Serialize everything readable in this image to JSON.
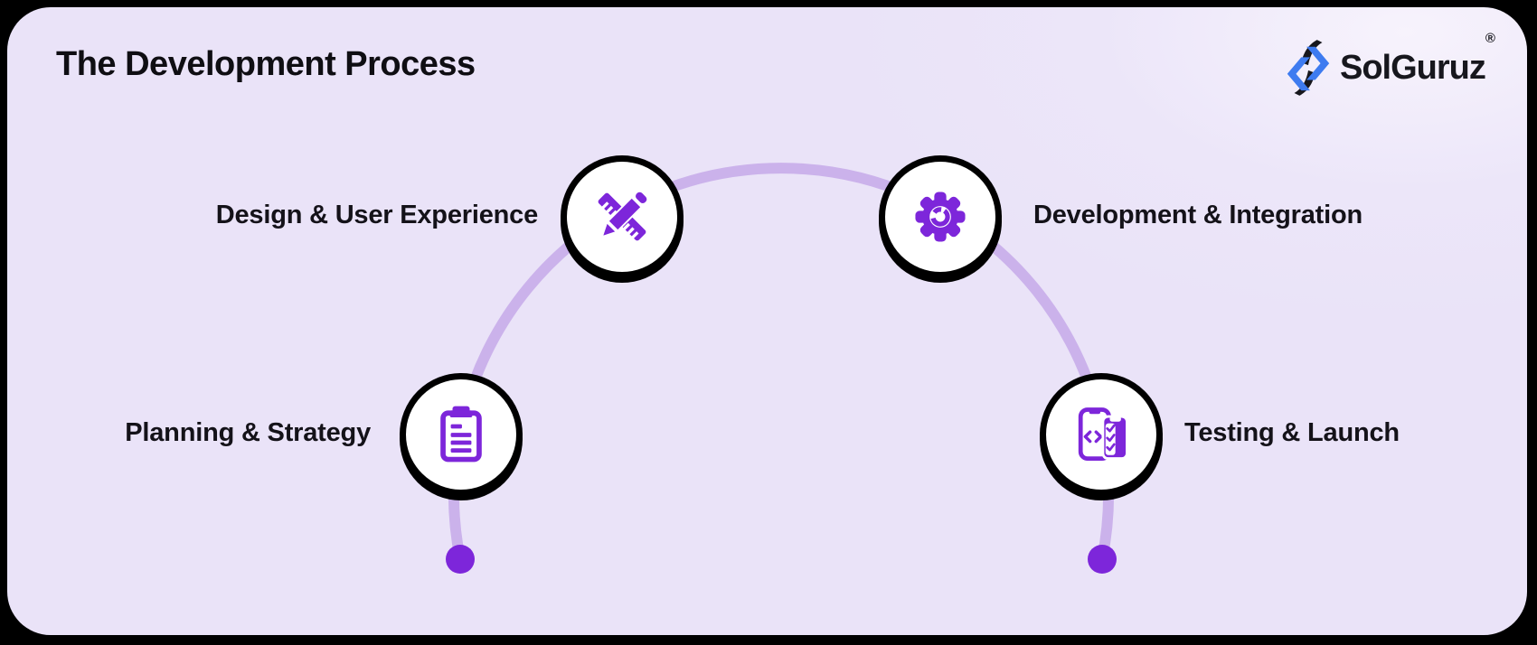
{
  "title": "The Development Process",
  "logo": {
    "text": "SolGuruz",
    "registered": "®",
    "icon": "solguruz-bolt-icon",
    "blue": "#3e7bf0",
    "black": "#17171d"
  },
  "colors": {
    "frame": "#000000",
    "panel_background": "#eae3f8",
    "panel_highlight": "#f7f3fc",
    "accent_purple": "#7d26da",
    "arc_light_purple": "#cbb2eb",
    "node_fill": "#ffffff",
    "node_border": "#000000",
    "text": "#141219"
  },
  "steps": [
    {
      "id": 1,
      "label": "Planning & Strategy",
      "icon": "clipboard-checklist-icon",
      "position": "bottom-left"
    },
    {
      "id": 2,
      "label": "Design & User Experience",
      "icon": "pencil-ruler-icon",
      "position": "top-left"
    },
    {
      "id": 3,
      "label": "Development & Integration",
      "icon": "gear-sync-icon",
      "position": "top-right"
    },
    {
      "id": 4,
      "label": "Testing & Launch",
      "icon": "phone-code-checklist-icon",
      "position": "bottom-right"
    }
  ]
}
